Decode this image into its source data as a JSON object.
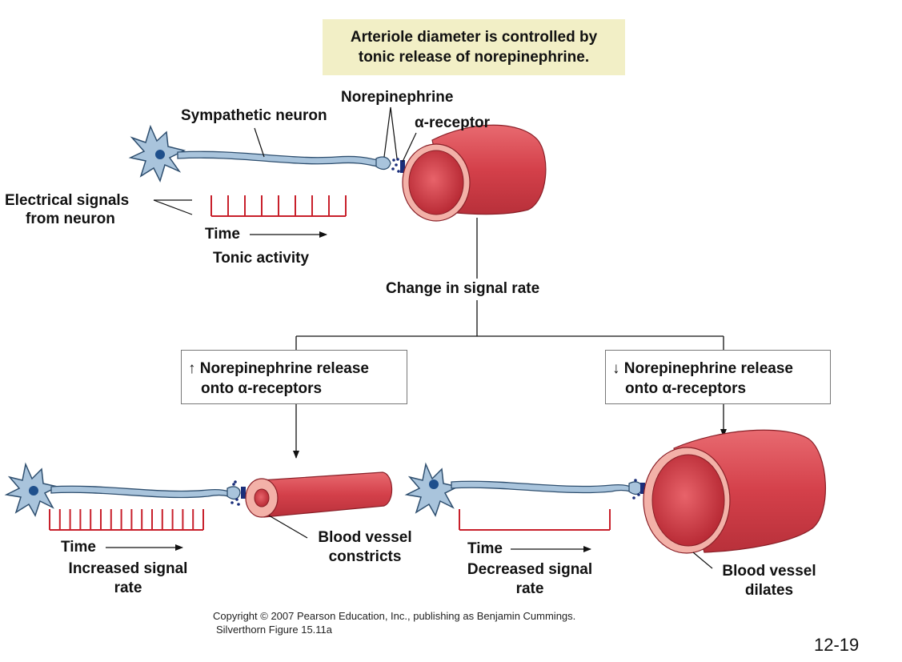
{
  "title": {
    "line1": "Arteriole diameter is controlled by",
    "line2": "tonic release of norepinephrine."
  },
  "top": {
    "norepinephrine_label": "Norepinephrine",
    "receptor_label": "α-receptor",
    "sympathetic_label": "Sympathetic neuron",
    "electrical_line1": "Electrical signals",
    "electrical_line2": "from neuron",
    "time_label": "Time",
    "tonic_label": "Tonic activity"
  },
  "change_label": "Change in signal rate",
  "left_box": {
    "line1": "↑ Norepinephrine release",
    "line2": "onto α-receptors"
  },
  "right_box": {
    "line1": "↓ Norepinephrine release",
    "line2": "onto α-receptors"
  },
  "bottom_left": {
    "time_label": "Time",
    "rate_line1": "Increased signal",
    "rate_line2": "rate",
    "vessel_line1": "Blood vessel",
    "vessel_line2": "constricts"
  },
  "bottom_right": {
    "time_label": "Time",
    "rate_line1": "Decreased signal",
    "rate_line2": "rate",
    "vessel_line1": "Blood vessel",
    "vessel_line2": "dilates"
  },
  "copyright_line1": "Copyright © 2007 Pearson Education, Inc., publishing as Benjamin Cummings.",
  "copyright_line2": "Silverthorn Figure 15.11a",
  "page_number": "12-19",
  "spikes": {
    "tonic_count": 9,
    "increased_count": 16,
    "decreased_count": 2
  },
  "colors": {
    "neuron_fill": "#a9c4dc",
    "neuron_stroke": "#2f4f6f",
    "nucleus": "#1e4f8c",
    "vessel_outer": "#d9434a",
    "vessel_rim": "#f3b1a8",
    "vessel_lumen": "#c9303b",
    "receptor": "#1a2e7a",
    "spike": "#c8202b",
    "title_bg": "#f2efc6"
  }
}
